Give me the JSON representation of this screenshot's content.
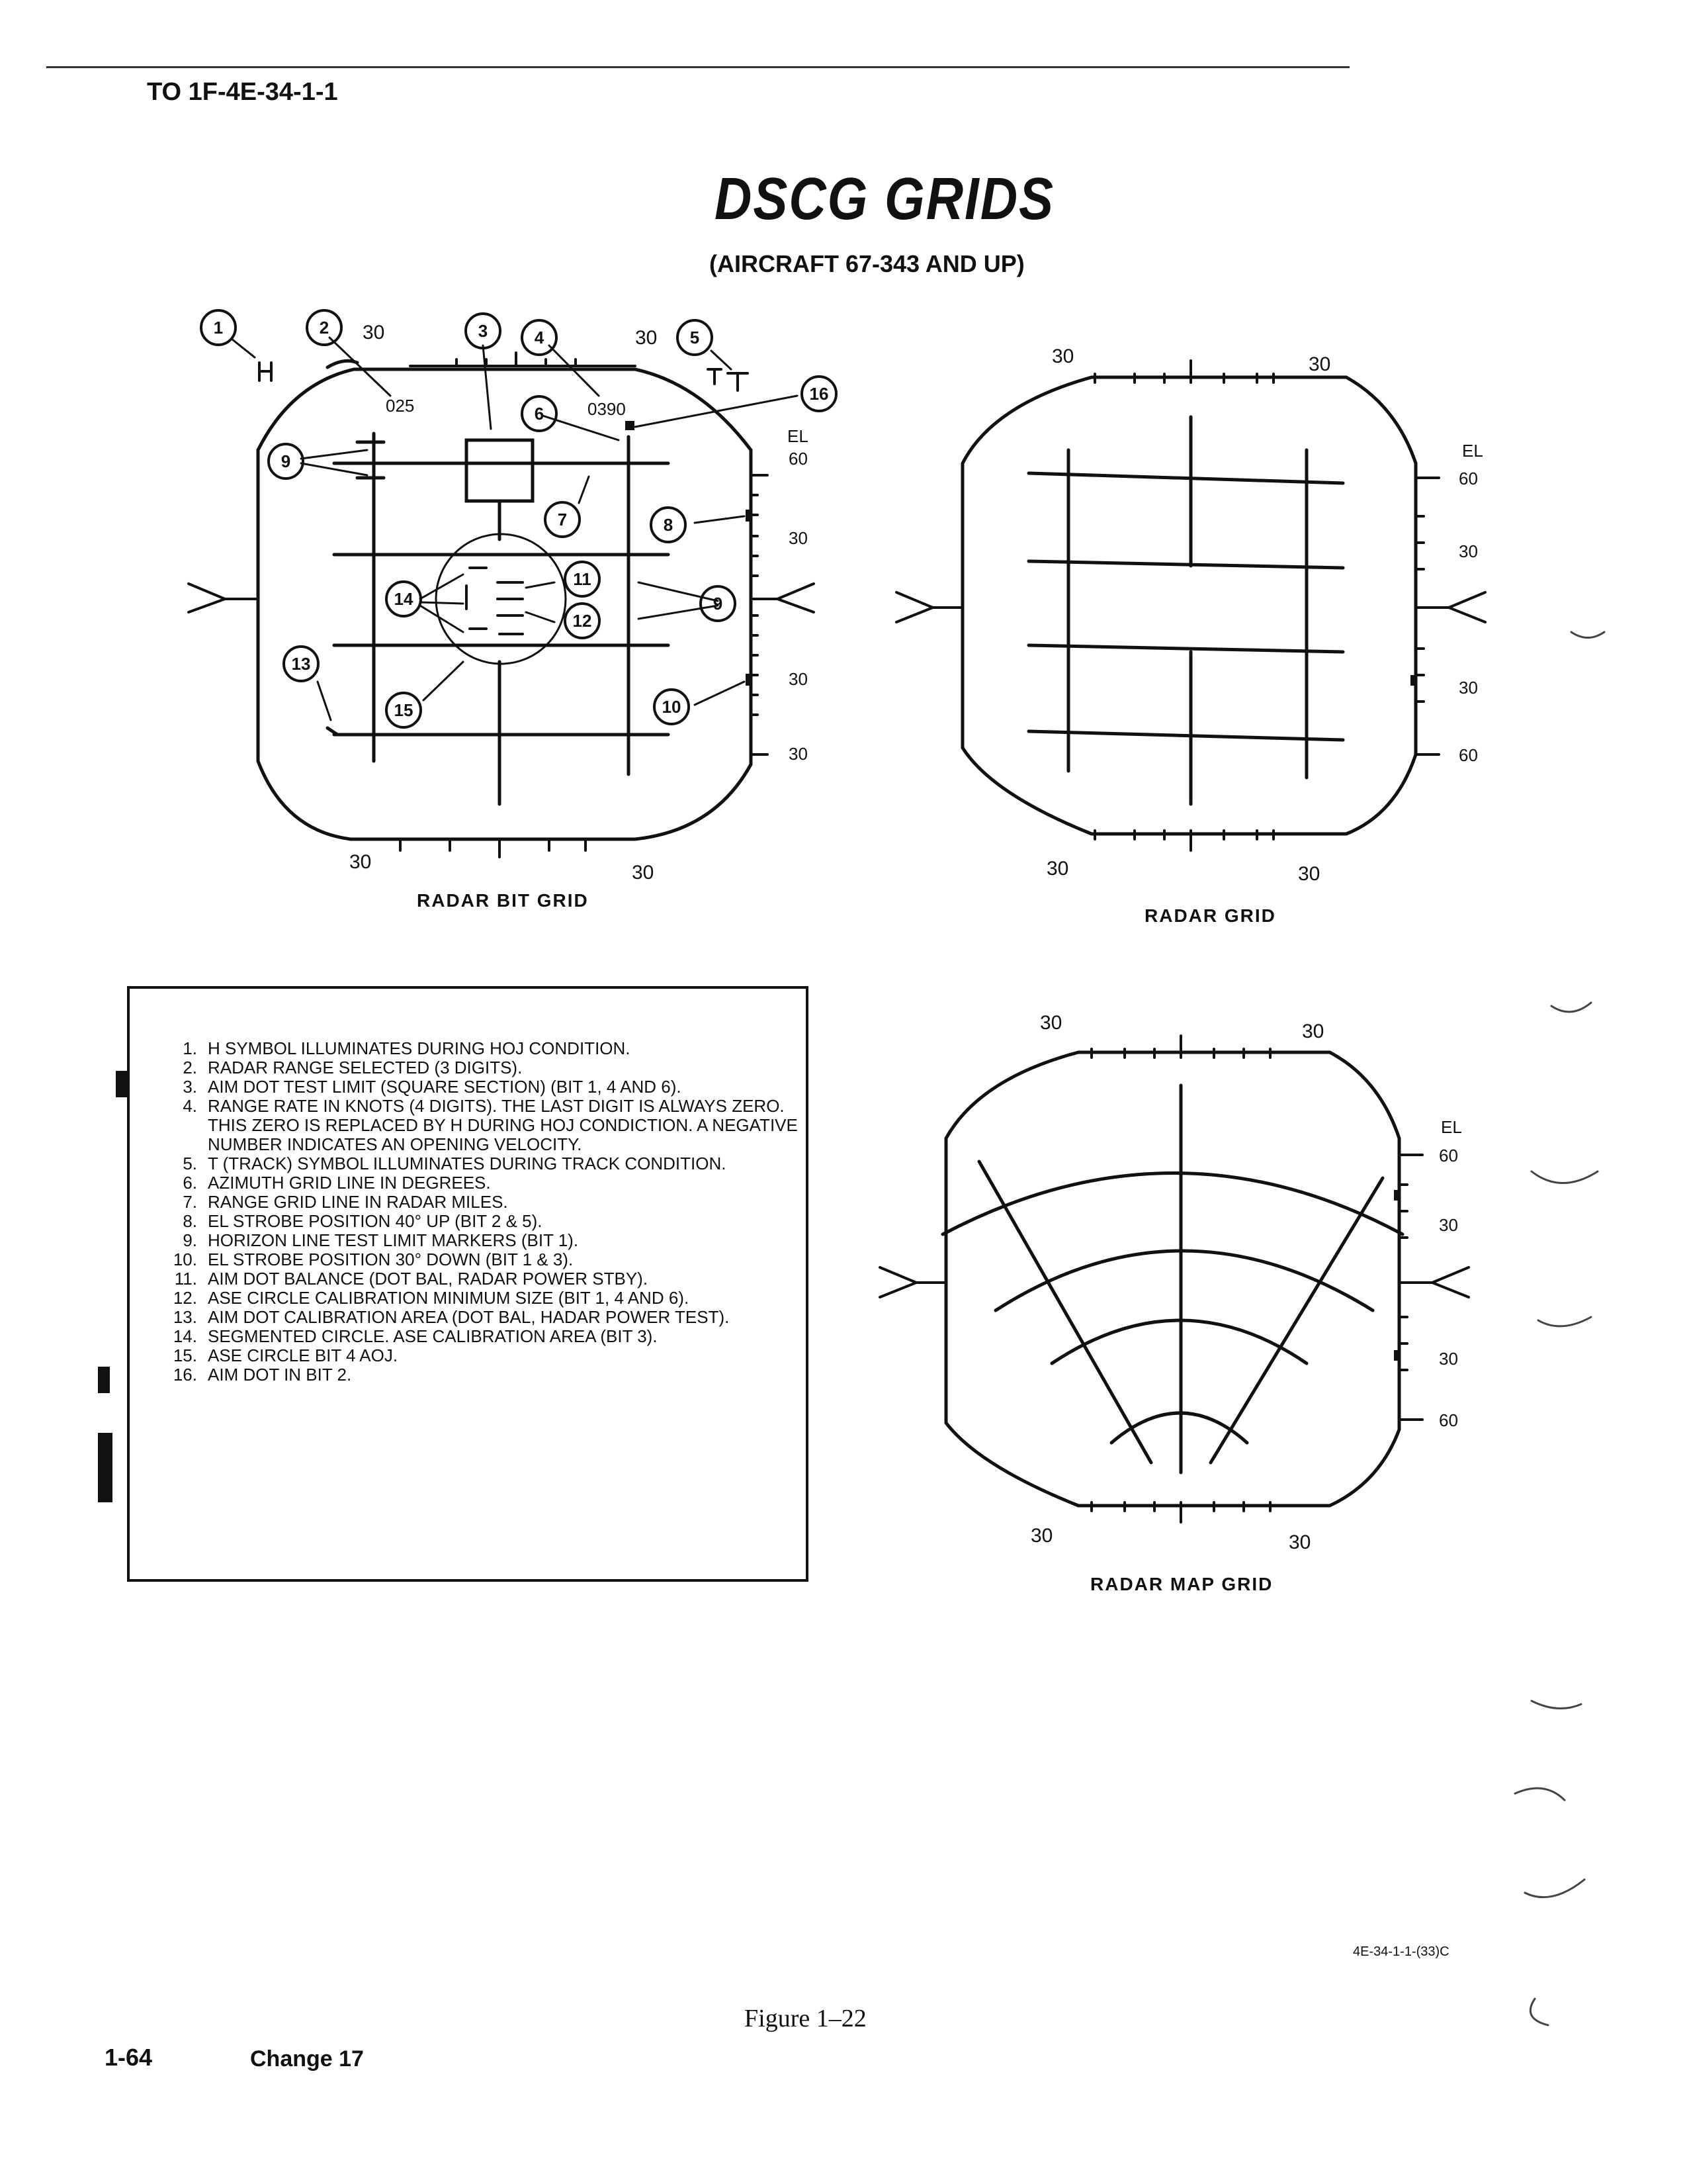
{
  "header": {
    "doc_id": "TO 1F-4E-34-1-1"
  },
  "title": "DSCG GRIDS",
  "subtitle": "(AIRCRAFT 67-343 AND UP)",
  "bit_grid": {
    "caption": "RADAR BIT GRID",
    "top_left": "30",
    "top_right": "30",
    "bottom_left": "30",
    "bottom_right": "30",
    "range_readout": "025",
    "rate_readout": "0390",
    "el_label": "EL",
    "el_ticks": [
      "60",
      "30",
      "30",
      "30"
    ],
    "callouts": [
      "1",
      "2",
      "3",
      "4",
      "5",
      "6",
      "7",
      "8",
      "9",
      "9",
      "10",
      "11",
      "12",
      "13",
      "14",
      "15",
      "16"
    ]
  },
  "radar_grid": {
    "caption": "RADAR GRID",
    "top_left": "30",
    "top_right": "30",
    "bottom_left": "30",
    "bottom_right": "30",
    "el_label": "EL",
    "el_ticks": [
      "60",
      "30",
      "30",
      "60"
    ]
  },
  "map_grid": {
    "caption": "RADAR MAP GRID",
    "top_left": "30",
    "top_right": "30",
    "bottom_left": "30",
    "bottom_right": "30",
    "el_label": "EL",
    "el_ticks": [
      "60",
      "30",
      "30",
      "60"
    ]
  },
  "legend": {
    "items": [
      {
        "n": "1.",
        "t": "H SYMBOL ILLUMINATES DURING HOJ CONDITION."
      },
      {
        "n": "2.",
        "t": "RADAR RANGE SELECTED (3 DIGITS)."
      },
      {
        "n": "3.",
        "t": "AIM DOT TEST LIMIT (SQUARE SECTION) (BIT 1, 4 AND 6)."
      },
      {
        "n": "4.",
        "t": "RANGE RATE IN KNOTS (4 DIGITS). THE LAST DIGIT IS ALWAYS ZERO. THIS ZERO IS REPLACED BY H DURING HOJ CONDICTION. A NEGATIVE NUMBER INDICATES AN OPENING VELOCITY."
      },
      {
        "n": "5.",
        "t": "T (TRACK) SYMBOL ILLUMINATES DURING TRACK CONDITION."
      },
      {
        "n": "6.",
        "t": "AZIMUTH GRID LINE IN DEGREES."
      },
      {
        "n": "7.",
        "t": "RANGE GRID LINE IN RADAR MILES."
      },
      {
        "n": "8.",
        "t": "EL STROBE POSITION 40° UP (BIT 2 & 5)."
      },
      {
        "n": "9.",
        "t": "HORIZON LINE TEST LIMIT MARKERS (BIT 1)."
      },
      {
        "n": "10.",
        "t": "EL STROBE POSITION 30° DOWN (BIT 1 & 3)."
      },
      {
        "n": "11.",
        "t": "AIM DOT BALANCE (DOT BAL, RADAR POWER STBY)."
      },
      {
        "n": "12.",
        "t": "ASE CIRCLE CALIBRATION MINIMUM SIZE (BIT 1, 4 AND 6)."
      },
      {
        "n": "13.",
        "t": "AIM DOT CALIBRATION AREA (DOT BAL, HADAR POWER TEST)."
      },
      {
        "n": "14.",
        "t": "SEGMENTED CIRCLE. ASE CALIBRATION AREA (BIT 3)."
      },
      {
        "n": "15.",
        "t": "ASE CIRCLE BIT 4 AOJ."
      },
      {
        "n": "16.",
        "t": "AIM DOT IN BIT 2."
      }
    ]
  },
  "illustration_id": "4E-34-1-1-(33)C",
  "figure_label": "Figure 1–22",
  "footer": {
    "page": "1-64",
    "change": "Change 17"
  }
}
